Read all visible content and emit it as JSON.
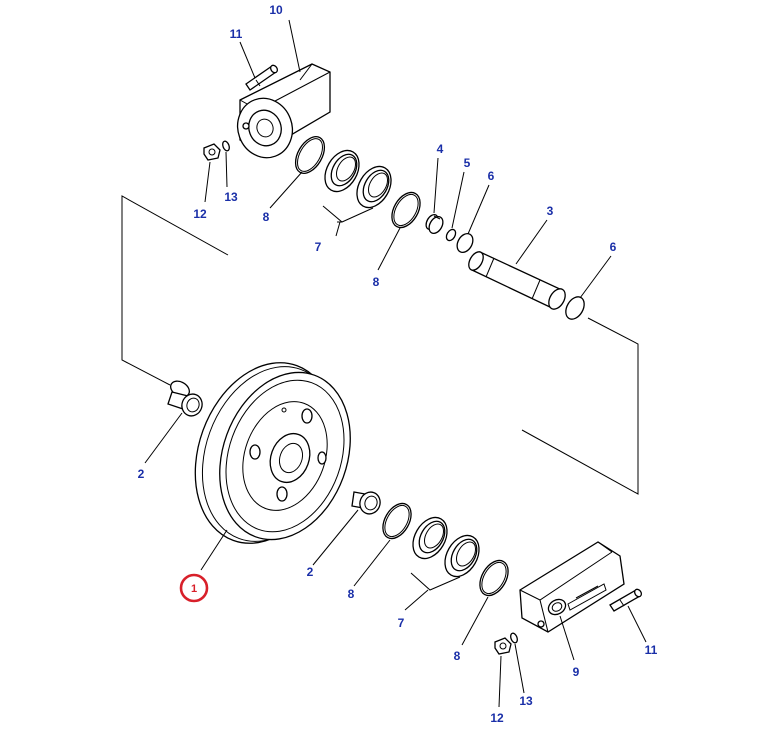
{
  "colors": {
    "callout_text": "#1a2fa8",
    "highlight_ring": "#d8202a",
    "line": "#000000"
  },
  "callouts": [
    {
      "id": "c10-top",
      "number": "10",
      "highlighted": false
    },
    {
      "id": "c11-top",
      "number": "11",
      "highlighted": false
    },
    {
      "id": "c12-top",
      "number": "12",
      "highlighted": false
    },
    {
      "id": "c13-top",
      "number": "13",
      "highlighted": false
    },
    {
      "id": "c8-top-a",
      "number": "8",
      "highlighted": false
    },
    {
      "id": "c7-top",
      "number": "7",
      "highlighted": false
    },
    {
      "id": "c8-top-b",
      "number": "8",
      "highlighted": false
    },
    {
      "id": "c4",
      "number": "4",
      "highlighted": false
    },
    {
      "id": "c5",
      "number": "5",
      "highlighted": false
    },
    {
      "id": "c6-a",
      "number": "6",
      "highlighted": false
    },
    {
      "id": "c3",
      "number": "3",
      "highlighted": false
    },
    {
      "id": "c6-b",
      "number": "6",
      "highlighted": false
    },
    {
      "id": "c2-a",
      "number": "2",
      "highlighted": false
    },
    {
      "id": "c1",
      "number": "1",
      "highlighted": true
    },
    {
      "id": "c2-b",
      "number": "2",
      "highlighted": false
    },
    {
      "id": "c8-bot-a",
      "number": "8",
      "highlighted": false
    },
    {
      "id": "c7-bot",
      "number": "7",
      "highlighted": false
    },
    {
      "id": "c8-bot-b",
      "number": "8",
      "highlighted": false
    },
    {
      "id": "c9",
      "number": "9",
      "highlighted": false
    },
    {
      "id": "c11-bot",
      "number": "11",
      "highlighted": false
    },
    {
      "id": "c12-bot",
      "number": "12",
      "highlighted": false
    },
    {
      "id": "c13-bot",
      "number": "13",
      "highlighted": false
    }
  ]
}
